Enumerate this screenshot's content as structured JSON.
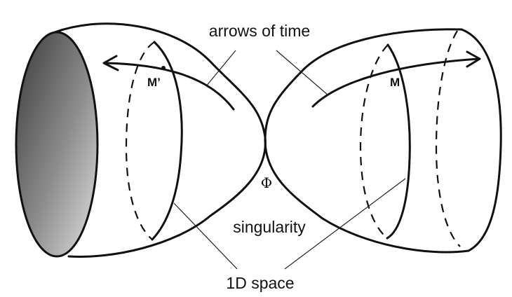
{
  "diagram": {
    "labels": {
      "arrows_of_time": "arrows of time",
      "point_left": "M’",
      "point_right": "M",
      "phi": "Φ",
      "singularity": "singularity",
      "space": "1D space"
    }
  }
}
